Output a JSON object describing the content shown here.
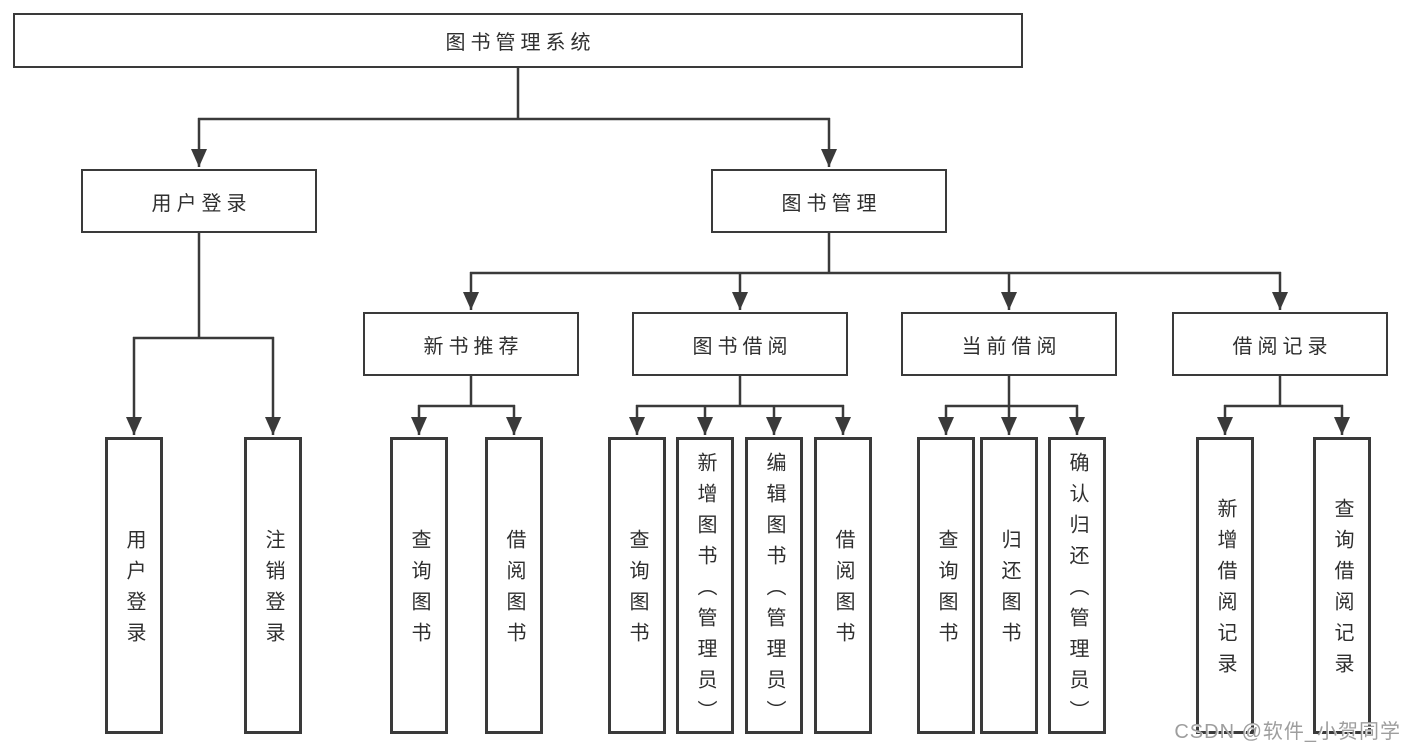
{
  "diagram": {
    "root": {
      "label": "图书管理系统"
    },
    "level1": [
      {
        "label": "用户登录"
      },
      {
        "label": "图书管理"
      }
    ],
    "level2": [
      {
        "label": "新书推荐"
      },
      {
        "label": "图书借阅"
      },
      {
        "label": "当前借阅"
      },
      {
        "label": "借阅记录"
      }
    ],
    "leaves": [
      {
        "label": "用户登录"
      },
      {
        "label": "注销登录"
      },
      {
        "label": "查询图书"
      },
      {
        "label": "借阅图书"
      },
      {
        "label": "查询图书"
      },
      {
        "label": "新增图书（管理员）"
      },
      {
        "label": "编辑图书（管理员）"
      },
      {
        "label": "借阅图书"
      },
      {
        "label": "查询图书"
      },
      {
        "label": "归还图书"
      },
      {
        "label": "确认归还（管理员）"
      },
      {
        "label": "新增借阅记录"
      },
      {
        "label": "查询借阅记录"
      }
    ],
    "colors": {
      "line": "#3a3a3a",
      "text": "#2f2f2f",
      "background": "#ffffff",
      "watermark": "#9e9e9e"
    }
  },
  "watermark": {
    "text": "CSDN @软件_小贺同学"
  }
}
